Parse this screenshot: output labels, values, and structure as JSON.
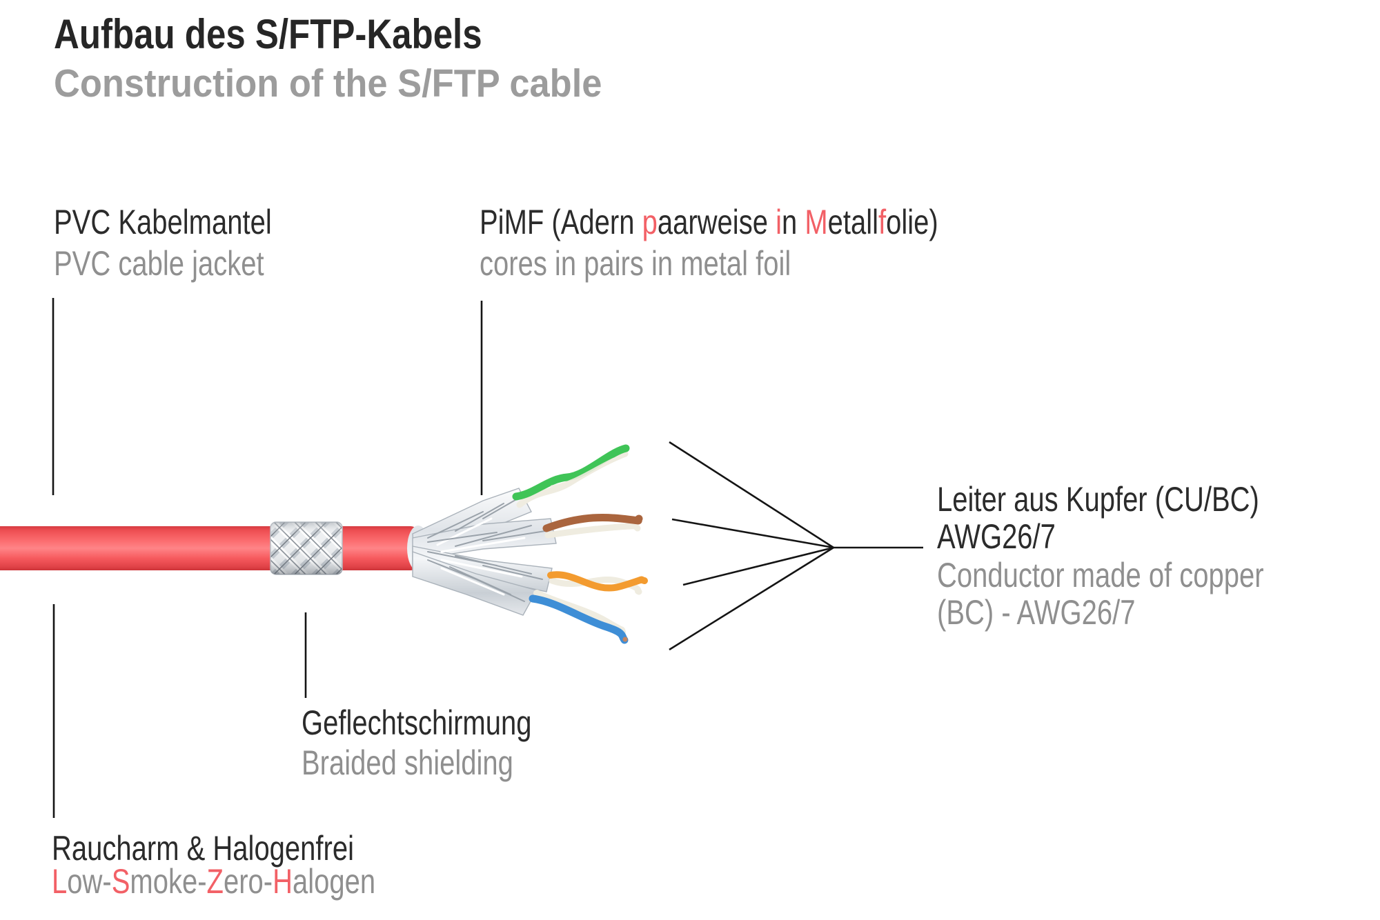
{
  "title": {
    "de": "Aufbau des S/FTP-Kabels",
    "en": "Construction of the S/FTP cable"
  },
  "labels": {
    "jacket": {
      "de": "PVC Kabelmantel",
      "en": "PVC cable jacket"
    },
    "pimf": {
      "de_parts": [
        "PiMF (Adern ",
        "p",
        "aarweise ",
        "i",
        "n ",
        "M",
        "etall",
        "f",
        "olie)"
      ],
      "en": "cores in pairs in metal foil"
    },
    "conductor": {
      "de_line1": "Leiter aus Kupfer (CU/BC)",
      "de_line2": "AWG26/7",
      "en_line1": "Conductor made of copper",
      "en_line2": "(BC) - AWG26/7"
    },
    "braid": {
      "de": "Geflechtschirmung",
      "en": "Braided shielding"
    },
    "lszh": {
      "de": "Raucharm & Halogenfrei",
      "en_parts": [
        "L",
        "ow-",
        "S",
        "moke-",
        "Z",
        "ero-",
        "H",
        "alogen"
      ]
    }
  },
  "cable": {
    "wire_pairs": [
      "green",
      "brown",
      "orange",
      "blue"
    ]
  },
  "colors": {
    "ink": "#2b2b2b",
    "ink_title": "#262626",
    "gray": "#8f8f8f",
    "gray_title": "#9c9c9c",
    "accent": "#f26066",
    "jacket_red": "#f8595d",
    "braid_silver": "#eef0f2",
    "foil_silver": "#dfe3e8",
    "wire_green": "#3fc457",
    "wire_brown": "#aa653e",
    "wire_orange": "#f39b2f",
    "wire_blue": "#3e8ed6",
    "wire_white": "#efece0",
    "line_black": "#141414"
  }
}
